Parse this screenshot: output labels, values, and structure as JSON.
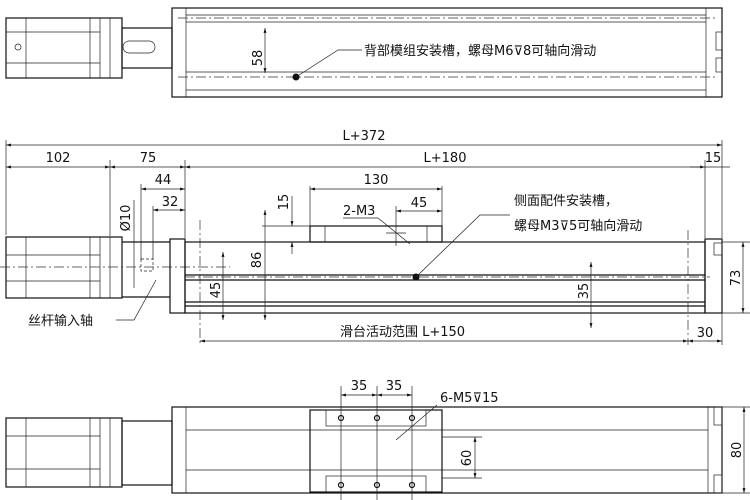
{
  "top_view": {
    "dim_58": "58",
    "note": "背部模组安装槽，螺母M6⊽8可轴向滑动"
  },
  "side_view": {
    "dim_total": "L+372",
    "dim_102": "102",
    "dim_75": "75",
    "dim_L180": "L+180",
    "dim_15_right": "15",
    "dim_44": "44",
    "dim_32": "32",
    "dim_130": "130",
    "dim_45_top": "45",
    "thread_2m3": "2-M3",
    "dim_15_left": "15",
    "dim_d10": "Ø10",
    "dim_86": "86",
    "dim_45_left": "45",
    "dim_35": "35",
    "dim_73": "73",
    "note_line1": "侧面配件安装槽，",
    "note_line2": "螺母M3⊽5可轴向滑动",
    "input_shaft_label": "丝杆输入轴",
    "travel_label": "滑台活动范围  L+150",
    "dim_30": "30"
  },
  "bottom_view": {
    "dim_35a": "35",
    "dim_35b": "35",
    "thread_6m5": "6-M5⊽15",
    "dim_60": "60",
    "dim_80": "80"
  }
}
